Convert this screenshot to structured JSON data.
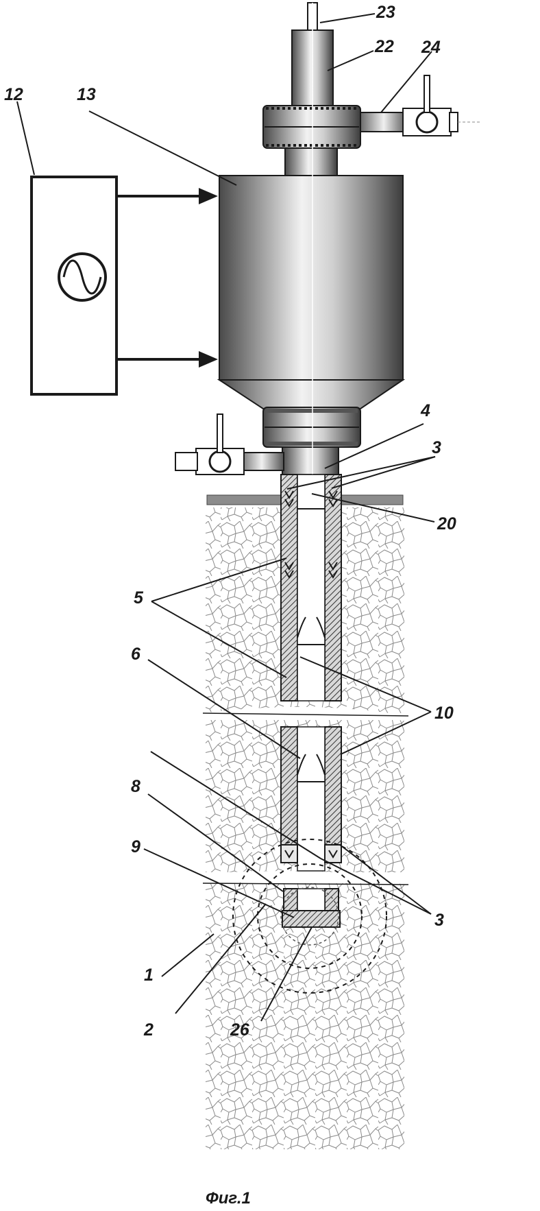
{
  "figure": {
    "caption": "Фиг.1",
    "labels": {
      "l1": "1",
      "l2": "2",
      "l3a": "3",
      "l3b": "3",
      "l4": "4",
      "l5": "5",
      "l6": "6",
      "l8": "8",
      "l9": "9",
      "l10": "10",
      "l12": "12",
      "l13": "13",
      "l20": "20",
      "l22": "22",
      "l23": "23",
      "l24": "24",
      "l26": "26"
    },
    "icons": {
      "generator_symbol": "sine-wave-icon",
      "valve": "valve-icon"
    }
  }
}
